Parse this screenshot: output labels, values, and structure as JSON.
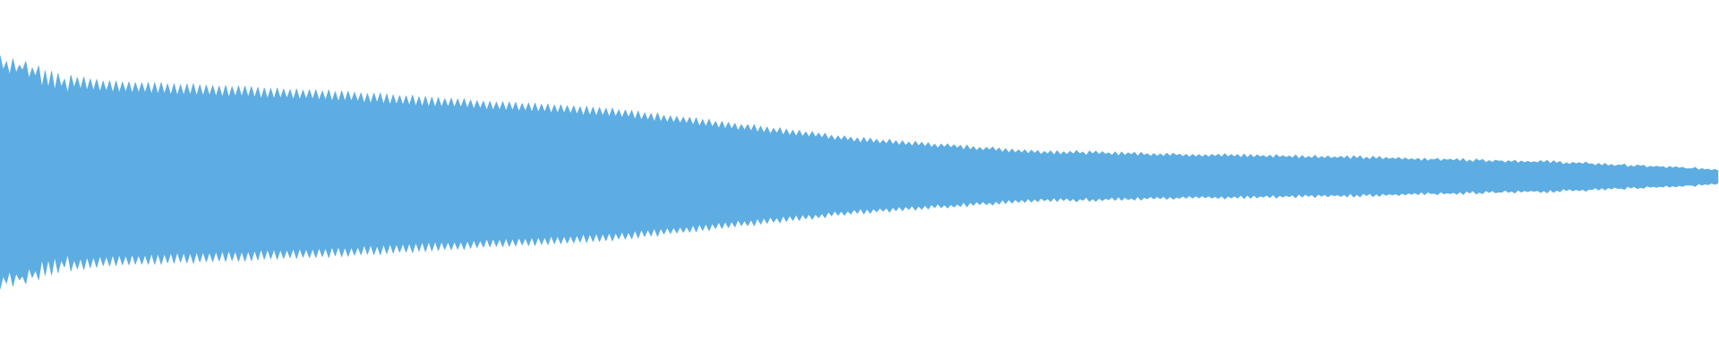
{
  "waveform": {
    "color": "#5dade2",
    "background": "#ffffff",
    "envelope": [
      {
        "t": 0.0,
        "amp": 0.34
      },
      {
        "t": 0.01,
        "amp": 0.33
      },
      {
        "t": 0.03,
        "amp": 0.29
      },
      {
        "t": 0.06,
        "amp": 0.27
      },
      {
        "t": 0.2,
        "amp": 0.24
      },
      {
        "t": 0.36,
        "amp": 0.19
      },
      {
        "t": 0.5,
        "amp": 0.11
      },
      {
        "t": 0.6,
        "amp": 0.075
      },
      {
        "t": 0.7,
        "amp": 0.065
      },
      {
        "t": 0.77,
        "amp": 0.06
      },
      {
        "t": 0.9,
        "amp": 0.045
      },
      {
        "t": 1.0,
        "amp": 0.022
      }
    ]
  }
}
